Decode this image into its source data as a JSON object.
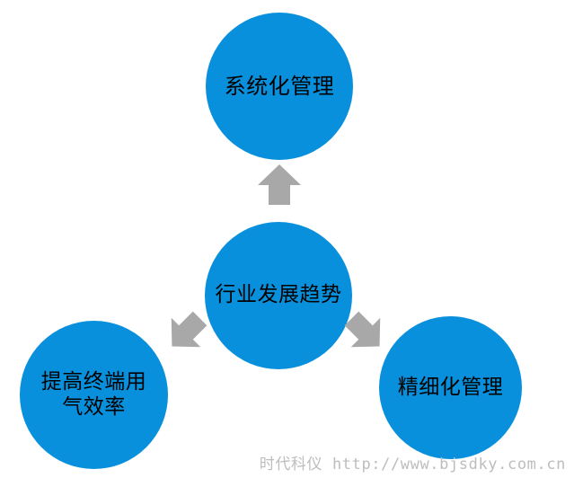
{
  "diagram": {
    "type": "radial-relationship",
    "title_node": "行业发展趋势",
    "colors": {
      "node_fill": "#0990dc",
      "node_text": "#000000",
      "arrow_fill": "#a8a8a8",
      "background": "#ffffff",
      "watermark_text": "#bdbdbd"
    },
    "nodes": [
      {
        "id": "center",
        "label": "行业发展趋势",
        "role": "hub",
        "position": "center"
      },
      {
        "id": "top",
        "label": "系统化管理",
        "role": "branch",
        "position": "top"
      },
      {
        "id": "bottom-left",
        "label": "提高终端用\n气效率",
        "role": "branch",
        "position": "bottom-left"
      },
      {
        "id": "bottom-right",
        "label": "精细化管理",
        "role": "branch",
        "position": "bottom-right"
      }
    ],
    "arrows": [
      {
        "id": "up",
        "from": "center",
        "to": "top",
        "direction": "up"
      },
      {
        "id": "down-left",
        "from": "center",
        "to": "bottom-left",
        "direction": "down-left"
      },
      {
        "id": "down-right",
        "from": "center",
        "to": "bottom-right",
        "direction": "down-right"
      }
    ]
  },
  "watermark": {
    "text": "时代科仪 http://www.bjsdky.com.cn"
  }
}
